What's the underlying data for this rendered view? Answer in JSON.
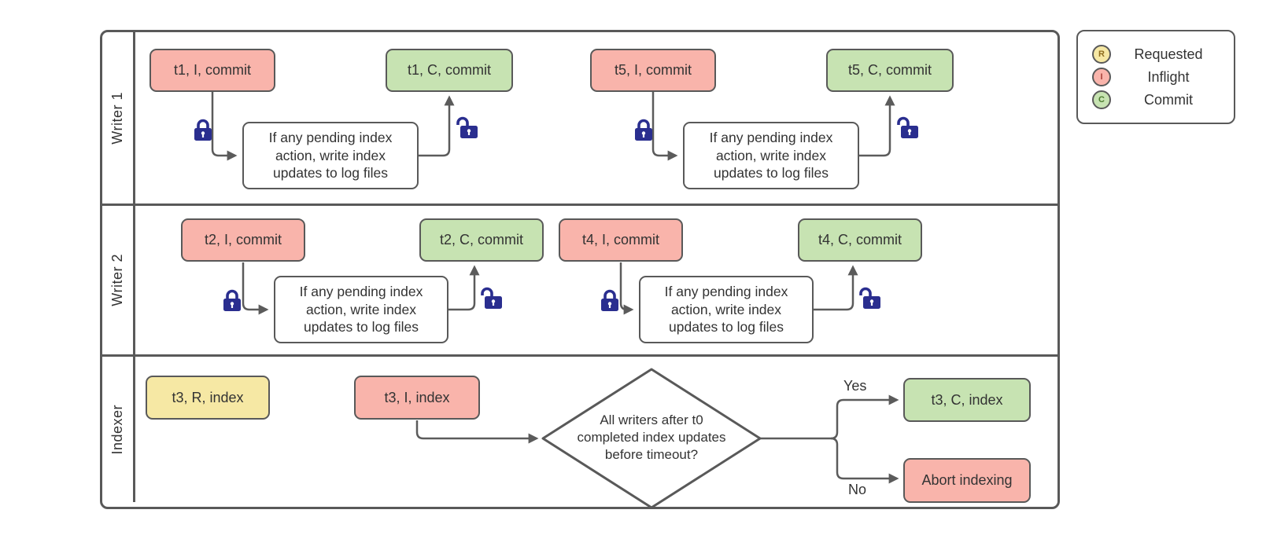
{
  "diagram": {
    "lanes": [
      {
        "label": "Writer 1"
      },
      {
        "label": "Writer 2"
      },
      {
        "label": "Indexer"
      }
    ],
    "nodes": {
      "t1_inflight": "t1, I, commit",
      "t1_commit": "t1, C, commit",
      "t5_inflight": "t5, I, commit",
      "t5_commit": "t5, C, commit",
      "t2_inflight": "t2, I, commit",
      "t2_commit": "t2, C, commit",
      "t4_inflight": "t4, I, commit",
      "t4_commit": "t4, C, commit",
      "t3_requested": "t3, R, index",
      "t3_inflight": "t3, I, index",
      "t3_commit": "t3, C, index",
      "abort": "Abort indexing"
    },
    "process_note": "If any pending index action, write index updates to log files",
    "decision": "All writers after t0 completed index updates before timeout?",
    "edge_labels": {
      "yes": "Yes",
      "no": "No"
    },
    "legend": {
      "items": [
        {
          "letter": "R",
          "label": "Requested"
        },
        {
          "letter": "I",
          "label": "Inflight"
        },
        {
          "letter": "C",
          "label": "Commit"
        }
      ]
    },
    "colors": {
      "requested_fill": "#F6E8A4",
      "inflight_fill": "#F9B4AB",
      "commit_fill": "#C7E3B2",
      "stroke": "#595959",
      "lock_blue": "#2A2E8F"
    }
  }
}
